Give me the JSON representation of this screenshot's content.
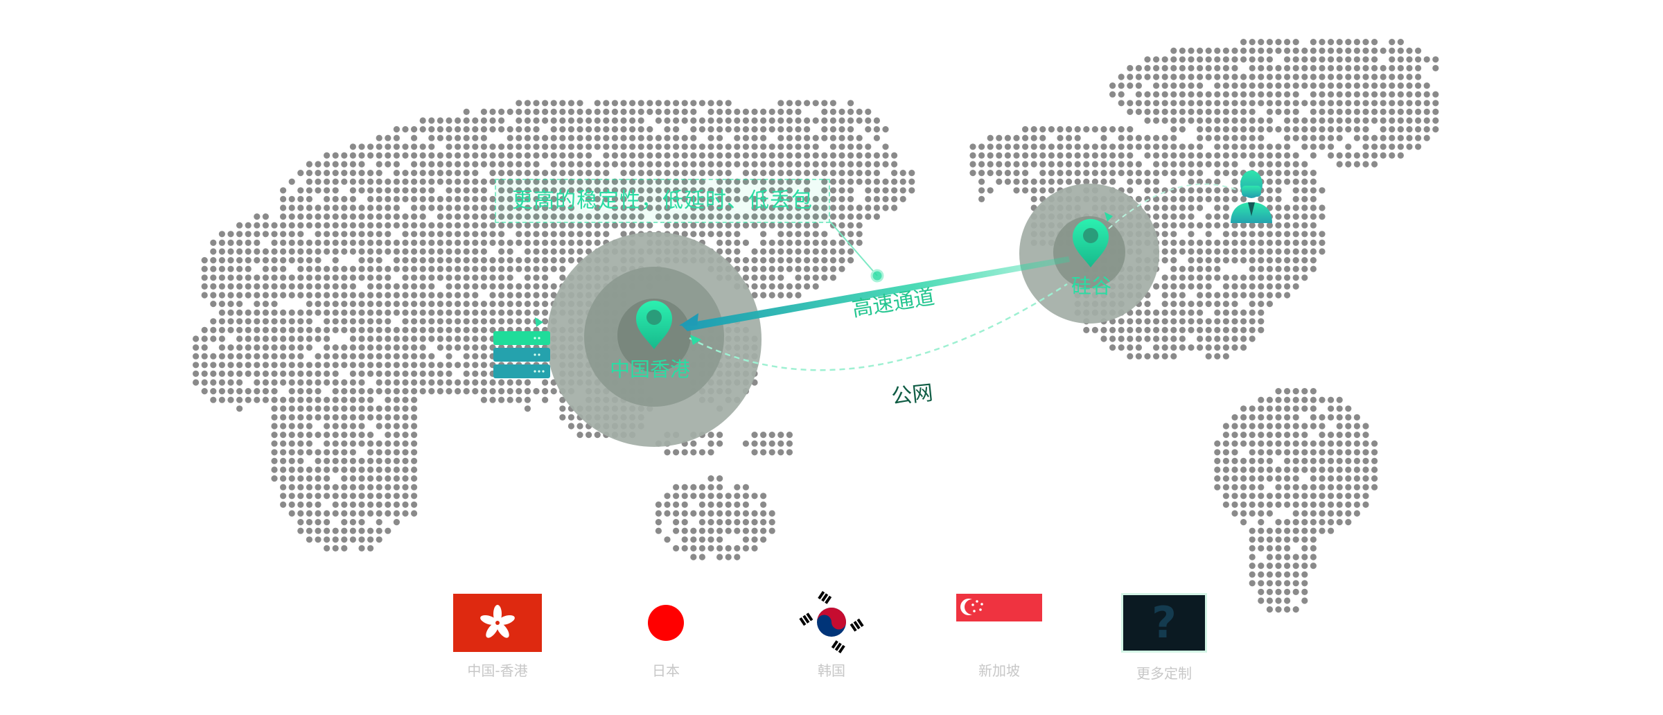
{
  "tagline": "更高的稳定性，低延时、低丢包",
  "nodes": {
    "hong_kong": "中国香港",
    "silicon_valley": "硅谷"
  },
  "routes": {
    "fast_channel": "高速通道",
    "public_network": "公网"
  },
  "flags": [
    {
      "key": "hk",
      "label": "中国-香港"
    },
    {
      "key": "jp",
      "label": "日本"
    },
    {
      "key": "kr",
      "label": "韩国"
    },
    {
      "key": "sg",
      "label": "新加坡"
    },
    {
      "key": "more",
      "label": "更多定制",
      "glyph": "?"
    }
  ],
  "colors": {
    "accent": "#2bdca3",
    "accent_dark": "#0f5c44",
    "map_dot": "#8a8a8a",
    "halo": "#a3aea6",
    "server_green": "#1fdc9a",
    "server_teal": "#25a2ad",
    "hk_red": "#de2910",
    "jp_red": "#ff0000",
    "sg_red": "#ef3340",
    "kr_blue": "#003478",
    "kr_red": "#c60c30"
  },
  "icons": [
    "location-pin-icon",
    "server-stack-icon",
    "user-icon",
    "bauhinia-icon",
    "question-icon"
  ]
}
